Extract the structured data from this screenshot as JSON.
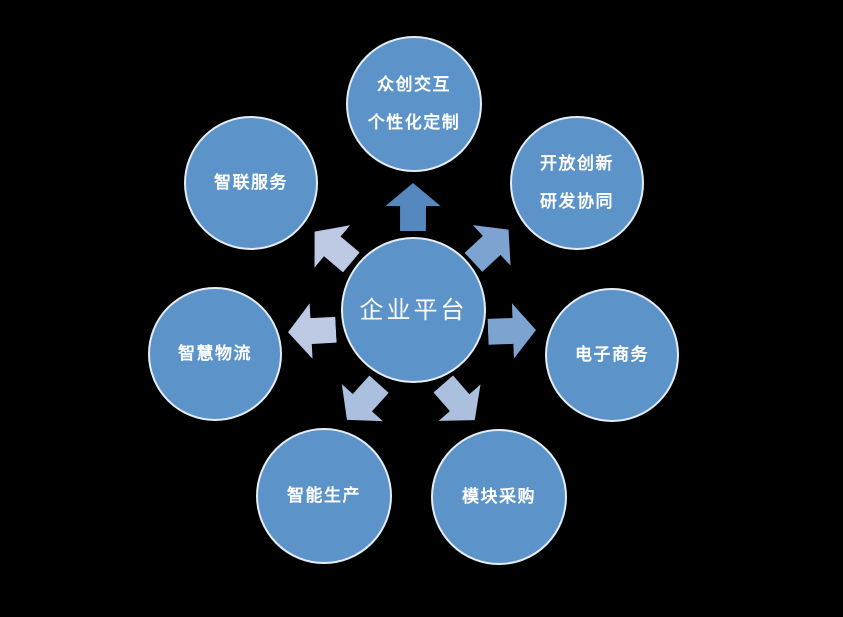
{
  "hub": {
    "label": "企业平台"
  },
  "nodes": [
    {
      "id": "crowd-custom",
      "position": "top",
      "lines": [
        "众创交互",
        "个性化定制"
      ]
    },
    {
      "id": "open-innovation",
      "position": "top-right",
      "lines": [
        "开放创新",
        "研发协同"
      ]
    },
    {
      "id": "ecommerce",
      "position": "right",
      "lines": [
        "电子商务"
      ]
    },
    {
      "id": "module-procurement",
      "position": "bottom-right",
      "lines": [
        "模块采购"
      ]
    },
    {
      "id": "smart-production",
      "position": "bottom-left",
      "lines": [
        "智能生产"
      ]
    },
    {
      "id": "smart-logistics",
      "position": "left",
      "lines": [
        "智慧物流"
      ]
    },
    {
      "id": "smart-services",
      "position": "top-left",
      "lines": [
        "智联服务"
      ]
    }
  ],
  "arrows": [
    {
      "icon": "up-arrow-icon",
      "direction": "up",
      "color": "#5688c0"
    },
    {
      "icon": "up-left-arrow-icon",
      "direction": "up-left",
      "color": "#bec9e4"
    },
    {
      "icon": "up-right-arrow-icon",
      "direction": "up-right",
      "color": "#7da3d1"
    },
    {
      "icon": "left-arrow-icon",
      "direction": "left",
      "color": "#bec9e4"
    },
    {
      "icon": "right-arrow-icon",
      "direction": "right",
      "color": "#7da3d1"
    },
    {
      "icon": "down-left-arrow-icon",
      "direction": "down-left",
      "color": "#abc0de"
    },
    {
      "icon": "down-right-arrow-icon",
      "direction": "down-right",
      "color": "#abc0de"
    }
  ],
  "colors": {
    "background": "#000000",
    "circle_fill": "#5c93c9",
    "circle_border": "#e4ecf6",
    "text": "#ffffff"
  }
}
